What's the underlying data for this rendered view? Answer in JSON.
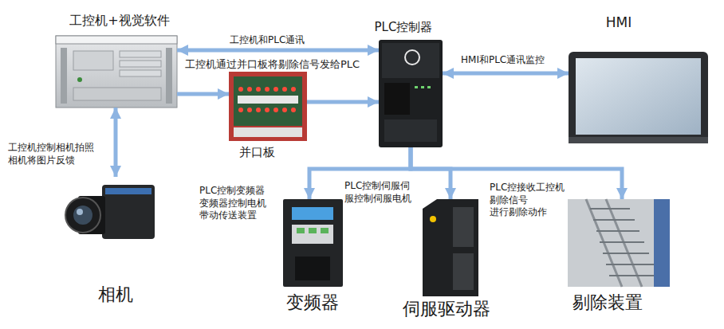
{
  "diagram": {
    "nodes": [
      {
        "text": [
          "工控机+视觉软件"
        ]
      },
      {
        "text": [
          "并口板"
        ]
      },
      {
        "text": [
          "PLC控制器"
        ]
      },
      {
        "text": [
          "HMI"
        ]
      },
      {
        "text": [
          "相机"
        ]
      },
      {
        "text": [
          "变频器"
        ]
      },
      {
        "text": [
          "伺服驱动器"
        ]
      },
      {
        "text": [
          "剔除装置"
        ]
      }
    ],
    "edges": [
      {
        "from": 0,
        "to": 2,
        "arrow": "both",
        "label": "工控机和PLC通讯"
      },
      {
        "from": 0,
        "to": 1,
        "arrow": "to"
      },
      {
        "from": 1,
        "to": 2,
        "arrow": "to",
        "label": "工控机通过并口板将剔除信号发给PLC"
      },
      {
        "from": 3,
        "to": 2,
        "arrow": "both",
        "label": "HMI和PLC通讯监控"
      },
      {
        "from": 0,
        "to": 4,
        "arrow": "both",
        "label": "工控机控制相机拍照 相机将图片反馈"
      },
      {
        "from": 2,
        "to": 5,
        "arrow": "to",
        "label": "PLC控制变频器 变频器控制电机 带动传送装置"
      },
      {
        "from": 2,
        "to": 6,
        "arrow": "to",
        "label": "PLC控制伺服伺 服控制伺服电机"
      },
      {
        "from": 2,
        "to": 7,
        "arrow": "to",
        "label": "PLC控接收工控机 剔除信号 进行剔除动作"
      }
    ]
  }
}
